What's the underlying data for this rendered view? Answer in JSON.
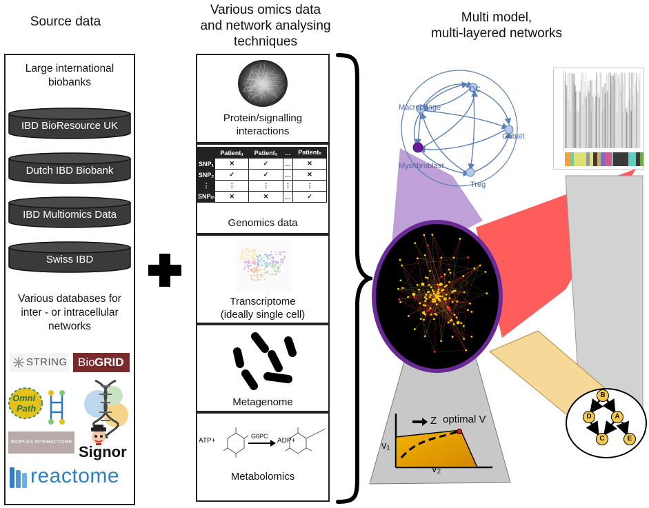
{
  "headings": {
    "source": "Source data",
    "omics": [
      "Various omics data",
      "and network analysing",
      "techniques"
    ],
    "multi": [
      "Multi model,",
      "multi-layered networks"
    ]
  },
  "source_panel": {
    "biobanks_title": [
      "Large international",
      "biobanks"
    ],
    "biobanks": [
      "IBD BioResource UK",
      "Dutch IBD Biobank",
      "IBD Multiomics Data",
      "Swiss IBD"
    ],
    "databases_title": [
      "Various databases for",
      "inter - or intracellular",
      "networks"
    ],
    "logos": {
      "string": "STRING",
      "biogrid_a": "Bio",
      "biogrid_b": "GRID",
      "omnipath_a": "Omni",
      "omnipath_b": "Path",
      "bioplex": "BIOPLEX INTERACTOME",
      "signor": "Signor",
      "reactome": "reactome"
    }
  },
  "plus_sign": "+",
  "omics_panels": {
    "protein": [
      "Protein/signalling",
      "interactions"
    ],
    "genomics": "Genomics data",
    "genomics_table": {
      "headers": [
        "",
        "Patient₁",
        "Patient₂",
        "…",
        "Patientₙ"
      ],
      "rows": [
        [
          "SNP₁",
          "✕",
          "✓",
          "…",
          "✕"
        ],
        [
          "SNP₂",
          "✓",
          "✓",
          "…",
          "✕"
        ],
        [
          "⋮",
          "⋮",
          "⋮",
          "⋮",
          "⋮"
        ],
        [
          "SNPₘ",
          "✕",
          "✕",
          "…",
          "✓"
        ]
      ]
    },
    "transcriptome": [
      "Transcriptome",
      "(ideally single cell)"
    ],
    "metagenome": "Metagenome",
    "metabolomics": "Metabolomics",
    "reaction": {
      "left": "ATP+",
      "enzyme": "G6PC",
      "right": "ADP+"
    }
  },
  "cell_network": {
    "nodes": {
      "dc": "DC",
      "macrophage": "Macrophage",
      "goblet": "Goblet",
      "myofibroblast": "Myofibroblast",
      "treg": "Treg"
    }
  },
  "optimization": {
    "z": "Z",
    "optimal": "optimal V",
    "v1": "v₁",
    "v2": "v₂"
  },
  "dag_nodes": [
    "B",
    "D",
    "A",
    "C",
    "E"
  ],
  "colors": {
    "purple": "#7b3aa6",
    "red": "#ff3030",
    "yellow": "#f2c94c",
    "cylinder": "#3a3a3a",
    "network_node": "#ffcc00"
  }
}
